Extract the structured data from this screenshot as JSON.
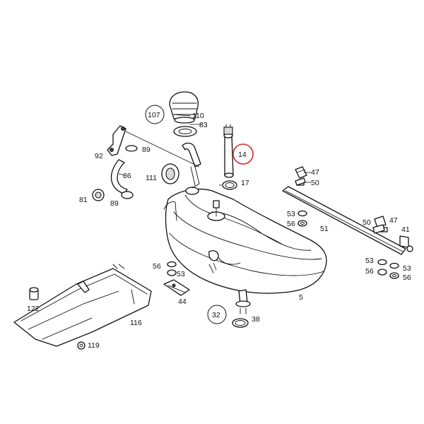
{
  "diagram": {
    "highlight_color": "#d62828",
    "line_color": "#111111",
    "labels": {
      "p5": "5",
      "p14": "14",
      "p17": "17",
      "p32": "32",
      "p38": "38",
      "p41": "41",
      "p44": "44",
      "p47a": "47",
      "p47b": "47",
      "p50a": "50",
      "p50b": "50",
      "p51": "51",
      "p53a": "53",
      "p53b": "53",
      "p53c": "53",
      "p53d": "53",
      "p56a": "56",
      "p56b": "56",
      "p56c": "56",
      "p56d": "56",
      "p81": "81",
      "p83": "83",
      "p86": "86",
      "p89a": "89",
      "p89b": "89",
      "p92": "92",
      "p107": "107",
      "p110": "110",
      "p111": "111",
      "p116": "116",
      "p119": "119",
      "p122": "122"
    }
  }
}
